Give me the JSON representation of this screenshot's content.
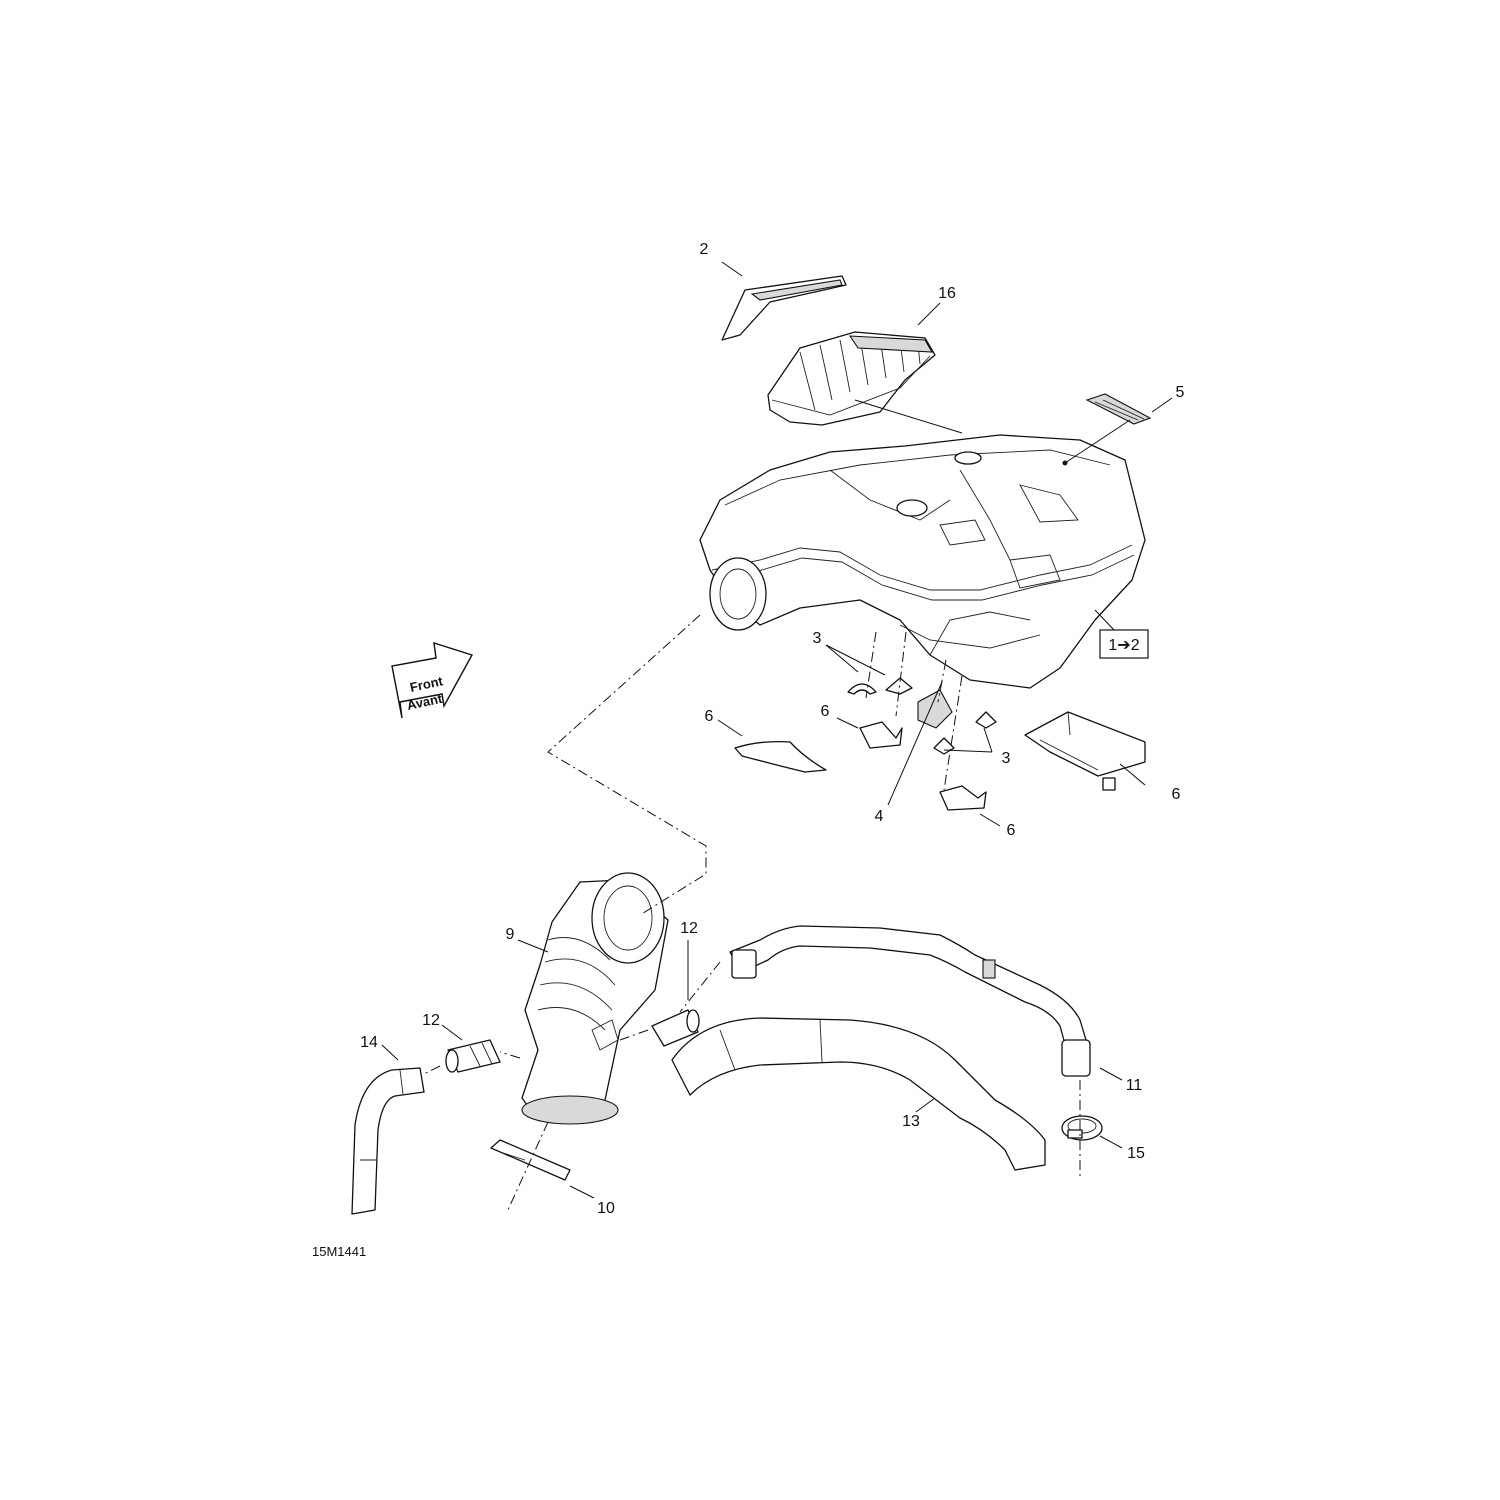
{
  "diagram": {
    "drawing_code": "15M1441",
    "orientation_arrow": {
      "line1": "Front",
      "line2": "Avant"
    },
    "reference_box": "1➔2",
    "callouts": [
      "2",
      "16",
      "5",
      "3",
      "6",
      "6",
      "6",
      "3",
      "4",
      "6",
      "6",
      "9",
      "12",
      "12",
      "14",
      "11",
      "13",
      "15",
      "10"
    ]
  }
}
